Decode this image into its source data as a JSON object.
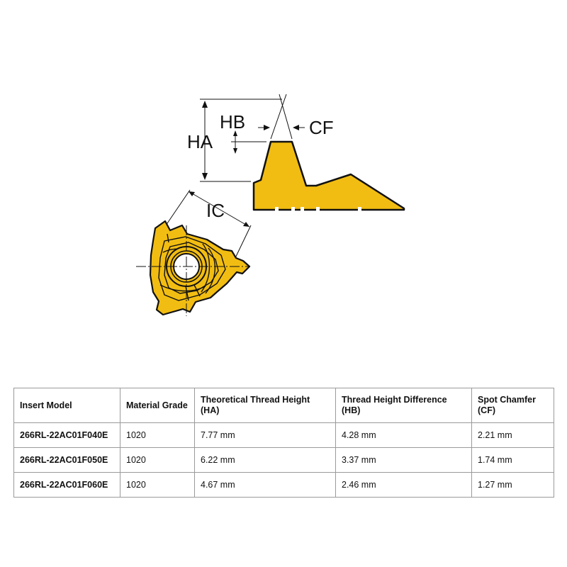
{
  "diagram": {
    "labels": {
      "ha": "HA",
      "hb": "HB",
      "cf": "CF",
      "ic": "IC"
    },
    "colors": {
      "insert_fill": "#f2bd12",
      "insert_outline": "#111111",
      "page_background": "#ffffff"
    }
  },
  "table": {
    "headers": [
      "Insert Model",
      "Material Grade",
      "Theoretical Thread Height (HA)",
      "Thread Height Difference (HB)",
      "Spot Chamfer (CF)"
    ],
    "rows": [
      [
        "266RL-22AC01F040E",
        "1020",
        "7.77 mm",
        "4.28 mm",
        "2.21 mm"
      ],
      [
        "266RL-22AC01F050E",
        "1020",
        "6.22 mm",
        "3.37 mm",
        "1.74 mm"
      ],
      [
        "266RL-22AC01F060E",
        "1020",
        "4.67 mm",
        "2.46 mm",
        "1.27 mm"
      ]
    ]
  }
}
